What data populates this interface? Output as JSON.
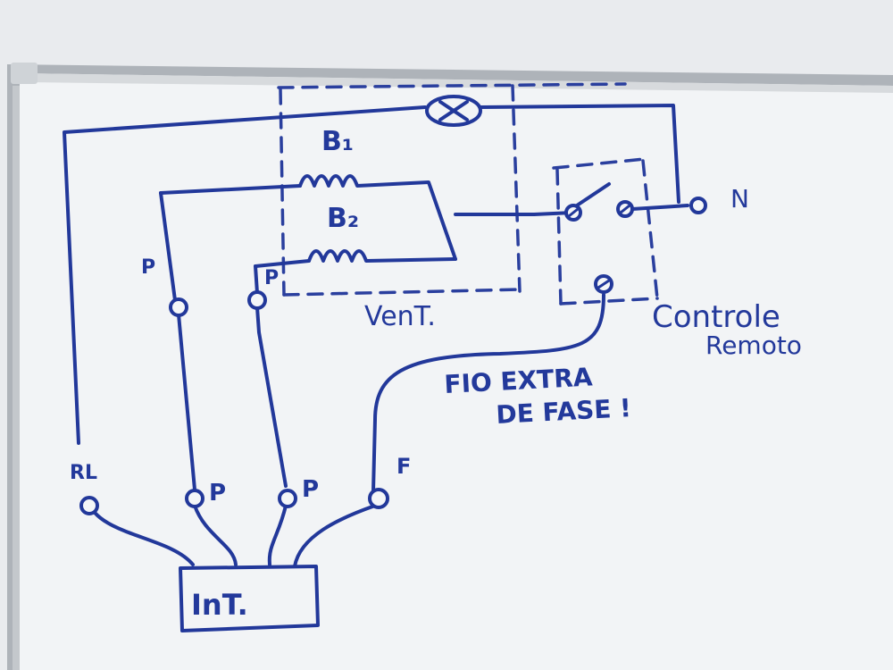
{
  "diagram": {
    "coils": [
      {
        "id": "b1",
        "label": "B₁"
      },
      {
        "id": "b2",
        "label": "B₂"
      }
    ],
    "fan_label": "VenT.",
    "neutral_label": "N",
    "remote_label_line1": "Controle",
    "remote_label_line2": "Remoto",
    "note_line1": "FIO EXTRA",
    "note_line2": "DE FASE !",
    "terminal_labels": {
      "p_left": "P",
      "p_mid": "P",
      "rl": "RL",
      "p_bottom_1": "P",
      "p_bottom_2": "P",
      "f": "F"
    },
    "switch_box_label": "InT.",
    "colors": {
      "ink": "#22389a",
      "board": "#f4f6f8",
      "frame": "#b9bec4"
    }
  }
}
